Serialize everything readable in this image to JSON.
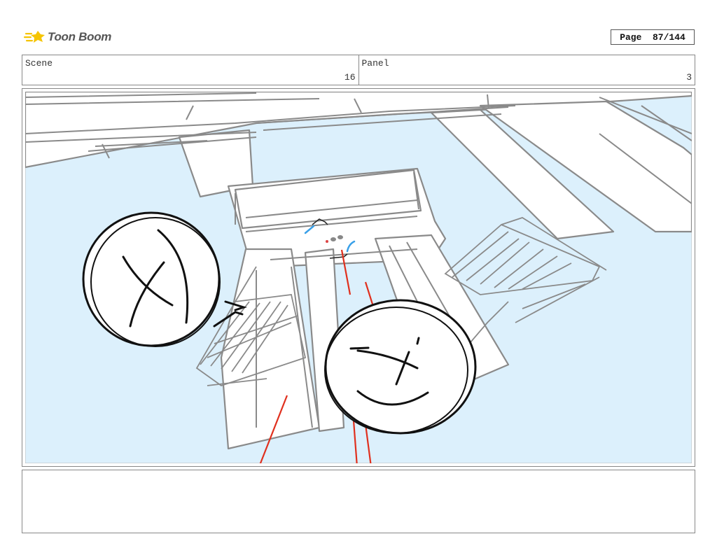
{
  "brand": {
    "name": "Toon Boom",
    "accent": "#f5c400"
  },
  "page": {
    "label": "Page",
    "current": 87,
    "total": 144,
    "display": "Page  87/144"
  },
  "header": {
    "scene_label": "Scene",
    "scene_value": "16",
    "panel_label": "Panel",
    "panel_value": "3"
  },
  "panel": {
    "sky_color": "#dcf0fc",
    "line_color": "#8a8a8a",
    "guide_color": "#e0301e"
  },
  "notes": {
    "text": ""
  }
}
